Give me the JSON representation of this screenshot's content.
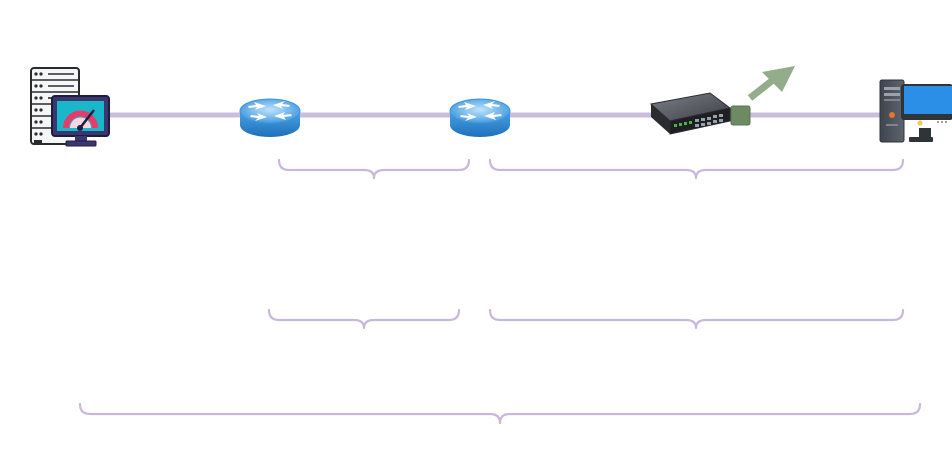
{
  "diagram": {
    "nodes": [
      {
        "id": "server",
        "icon": "server-monitor-icon"
      },
      {
        "id": "router-1",
        "icon": "router-icon"
      },
      {
        "id": "router-2",
        "icon": "router-icon"
      },
      {
        "id": "switch",
        "icon": "network-switch-icon"
      },
      {
        "id": "desktop",
        "icon": "desktop-computer-icon"
      }
    ],
    "links": [
      {
        "from": "server",
        "to": "router-1"
      },
      {
        "from": "router-1",
        "to": "router-2"
      },
      {
        "from": "router-2",
        "to": "switch"
      },
      {
        "from": "switch",
        "to": "desktop"
      }
    ],
    "braces": [
      {
        "id": "hop-router1-router2-upper",
        "label": ""
      },
      {
        "id": "hop-router2-desktop-upper",
        "label": ""
      },
      {
        "id": "hop-router1-router2-lower",
        "label": ""
      },
      {
        "id": "hop-router2-desktop-lower",
        "label": ""
      },
      {
        "id": "end-to-end",
        "label": ""
      }
    ],
    "colors": {
      "link": "#c9bddc",
      "brace": "#c8b8da",
      "router": "#4aa3e6",
      "switch_port": "#6d8a63",
      "arrow": "#93ac8a",
      "monitor_screen": "#18b7c9",
      "desktop_screen": "#2b8fe8"
    }
  }
}
